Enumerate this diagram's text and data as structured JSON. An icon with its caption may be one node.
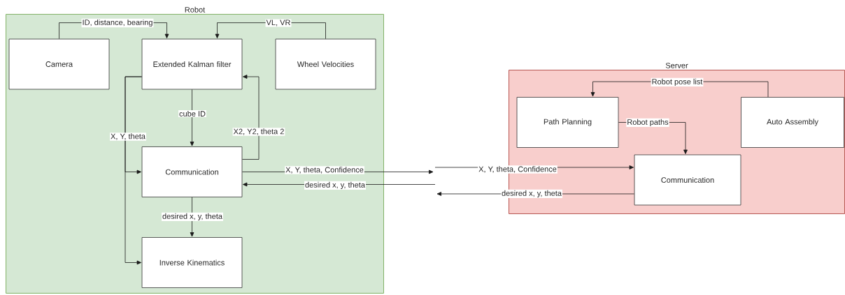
{
  "diagram": {
    "nodes": [
      {
        "text": [
          "Robot"
        ]
      },
      {
        "text": [
          "Camera"
        ],
        "in": 0
      },
      {
        "text": [
          "Extended Kalman filter"
        ],
        "in": 0
      },
      {
        "text": [
          "Wheel Velocities"
        ],
        "in": 0
      },
      {
        "text": [
          "Communication"
        ],
        "in": 0
      },
      {
        "text": [
          "Inverse Kinematics"
        ],
        "in": 0
      },
      {
        "text": [
          "Server"
        ]
      },
      {
        "text": [
          "Path Planning"
        ],
        "in": 6
      },
      {
        "text": [
          "Auto Assembly"
        ],
        "in": 6
      },
      {
        "text": [
          "Communication"
        ],
        "in": 6
      }
    ],
    "edges": [
      {
        "from": 1,
        "to": 2,
        "arrow": "to",
        "label": "ID, distance, bearing"
      },
      {
        "from": 3,
        "to": 2,
        "arrow": "to",
        "label": "VL, VR"
      },
      {
        "from": 2,
        "to": 4,
        "arrow": "to",
        "label": "cube ID"
      },
      {
        "from": 4,
        "to": 2,
        "arrow": "to",
        "label": "X2, Y2, theta 2"
      },
      {
        "from": 2,
        "to": 4,
        "arrow": "to",
        "label": "X, Y, theta"
      },
      {
        "from": 2,
        "to": 5,
        "arrow": "to"
      },
      {
        "from": 4,
        "to": 5,
        "arrow": "to",
        "label": "desired x, y, theta"
      },
      {
        "from": 4,
        "to": null,
        "arrow": "to",
        "label": "X, Y, theta, Confidence"
      },
      {
        "from": null,
        "to": 9,
        "arrow": "to",
        "label": "X, Y, theta, Confidence"
      },
      {
        "from": 9,
        "to": null,
        "arrow": "to",
        "label": "desired x, y, theta"
      },
      {
        "from": null,
        "to": 4,
        "arrow": "to",
        "label": "desired x, y, theta"
      },
      {
        "from": 8,
        "to": 7,
        "arrow": "to",
        "label": "Robot pose list"
      },
      {
        "from": 7,
        "to": 9,
        "arrow": "to",
        "label": "Robot paths"
      }
    ]
  }
}
